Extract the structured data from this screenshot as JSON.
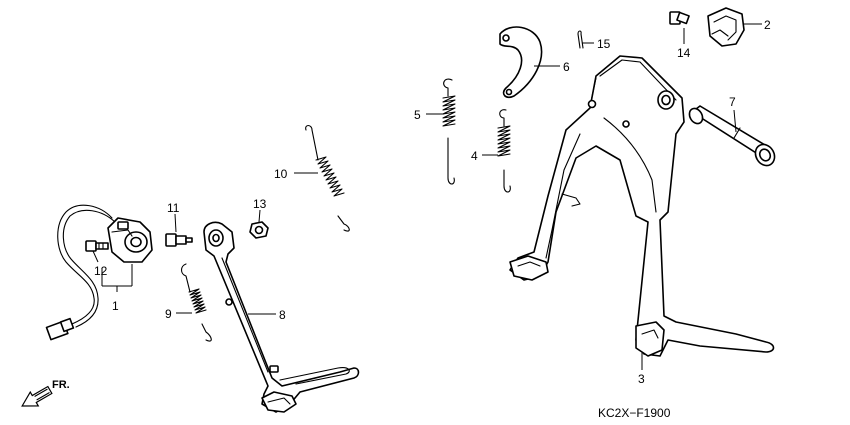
{
  "diagram": {
    "code": "KC2X−F1900",
    "direction": "FR.",
    "callouts": [
      {
        "id": "1",
        "text": "1"
      },
      {
        "id": "2",
        "text": "2"
      },
      {
        "id": "3",
        "text": "3"
      },
      {
        "id": "4",
        "text": "4"
      },
      {
        "id": "5",
        "text": "5"
      },
      {
        "id": "6",
        "text": "6"
      },
      {
        "id": "7",
        "text": "7"
      },
      {
        "id": "8",
        "text": "8"
      },
      {
        "id": "9",
        "text": "9"
      },
      {
        "id": "10",
        "text": "10"
      },
      {
        "id": "11",
        "text": "11"
      },
      {
        "id": "12",
        "text": "12"
      },
      {
        "id": "13",
        "text": "13"
      },
      {
        "id": "14",
        "text": "14"
      },
      {
        "id": "15",
        "text": "15"
      }
    ]
  }
}
